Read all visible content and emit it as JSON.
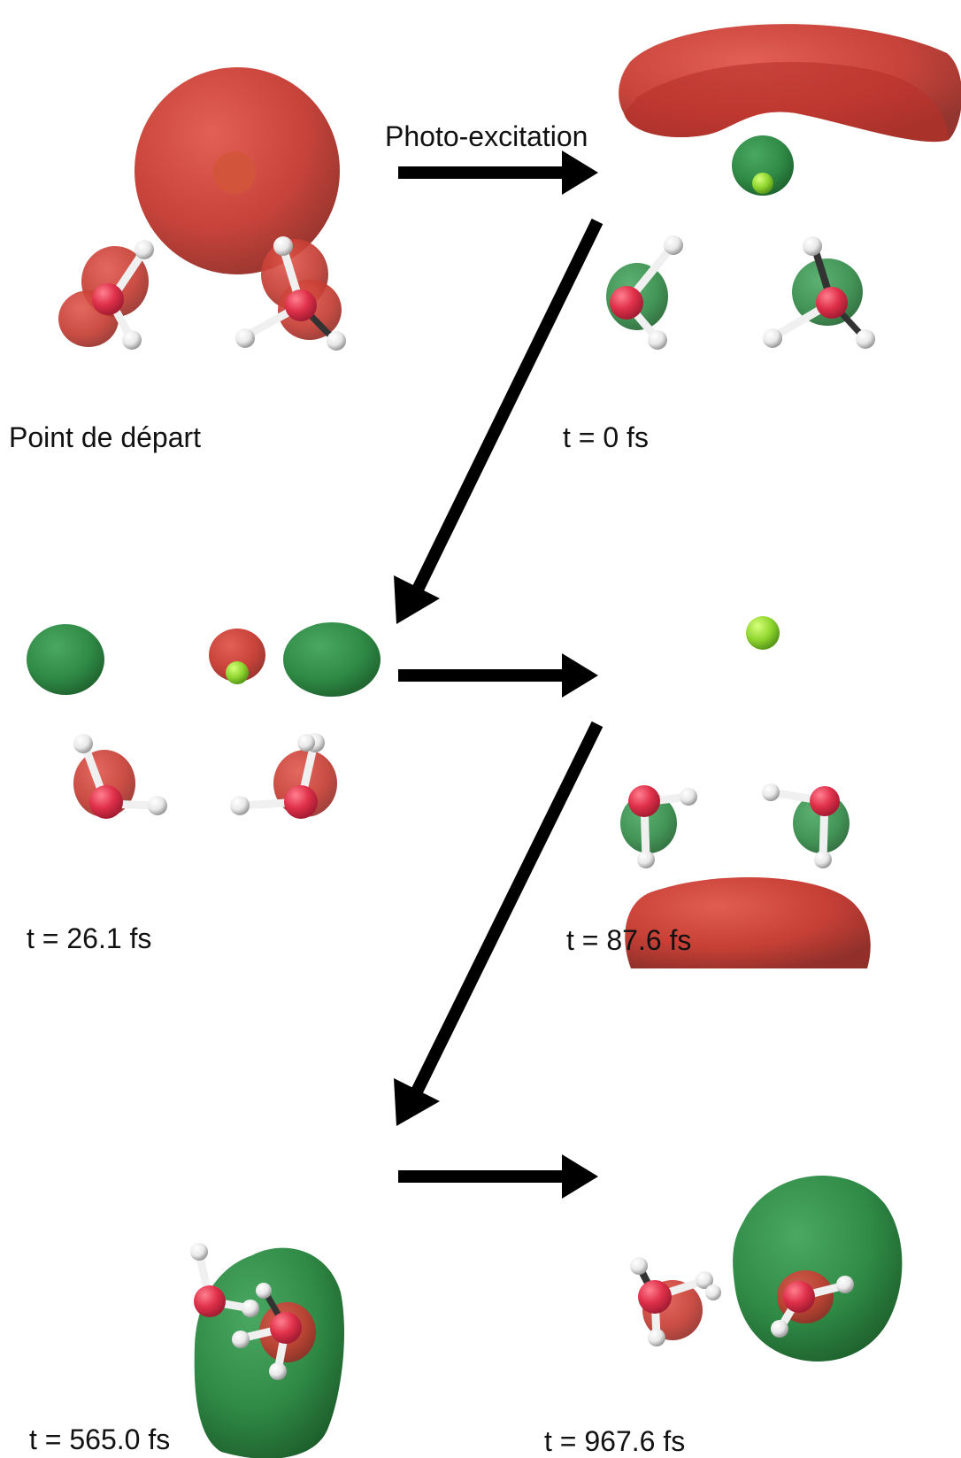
{
  "labels": {
    "start": "Point de départ",
    "photo_excitation": "Photo-excitation",
    "t0": "t = 0 fs",
    "t1": "t = 26.1 fs",
    "t2": "t = 87.6 fs",
    "t3": "t = 565.0 fs",
    "t4": "t = 967.6 fs"
  },
  "colors": {
    "red_orbital": "#c8352e",
    "green_orbital": "#2f8a45",
    "oxygen": "#e0304a",
    "hydrogen": "#f2f2f2",
    "halide": "#9be03c",
    "arrow": "#000000"
  }
}
